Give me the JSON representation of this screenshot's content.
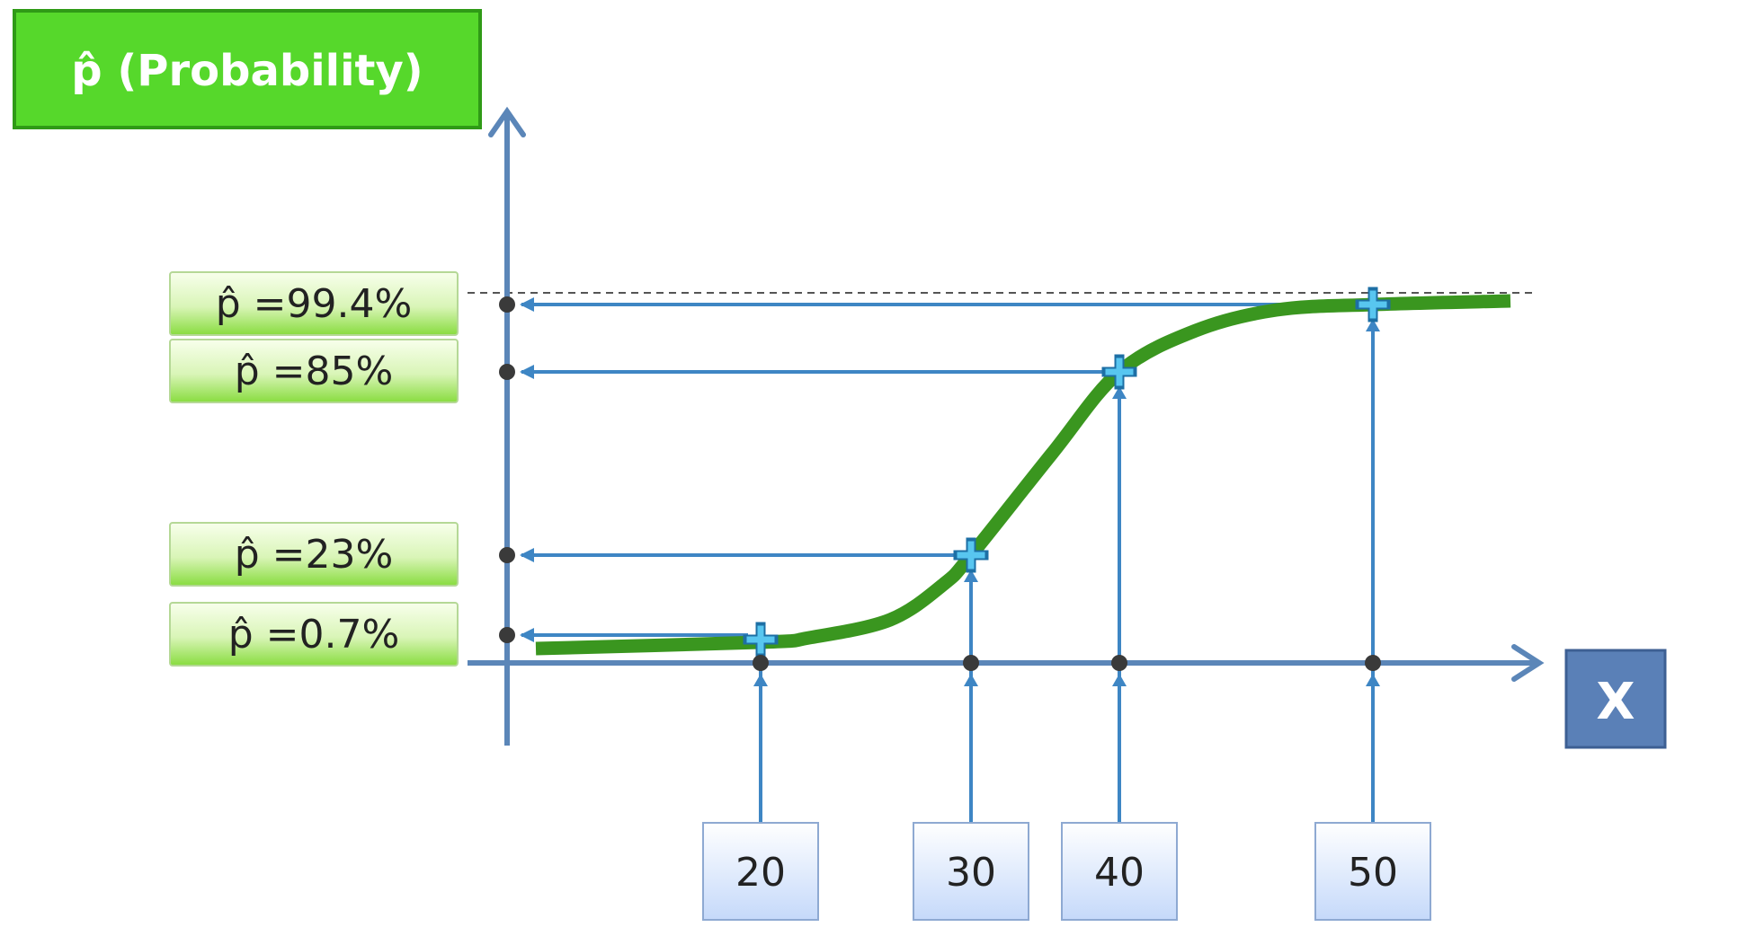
{
  "header": {
    "label": "p̂ (Probability)"
  },
  "axis": {
    "x_label": "X"
  },
  "points": [
    {
      "x": 20,
      "x_label": "20",
      "p": 0.007,
      "p_label": "p̂ =0.7%"
    },
    {
      "x": 30,
      "x_label": "30",
      "p": 0.23,
      "p_label": "p̂ =23%"
    },
    {
      "x": 40,
      "x_label": "40",
      "p": 0.85,
      "p_label": "p̂ =85%"
    },
    {
      "x": 50,
      "x_label": "50",
      "p": 0.994,
      "p_label": "p̂ =99.4%"
    }
  ],
  "colors": {
    "header_fill": "#56d82b",
    "header_border": "#2f9a16",
    "axis": "#5b86b8",
    "arrow": "#3e86c4",
    "curve": "#3a961f",
    "marker": "#58c6f0",
    "dot": "#3a3a3a",
    "x_box_fill": "#5a80b7",
    "value_box_top": "#ffffff",
    "value_box_bottom": "#c5d9fa",
    "label_box_top": "#f8ffec",
    "label_box_bottom": "#88dc3f"
  }
}
